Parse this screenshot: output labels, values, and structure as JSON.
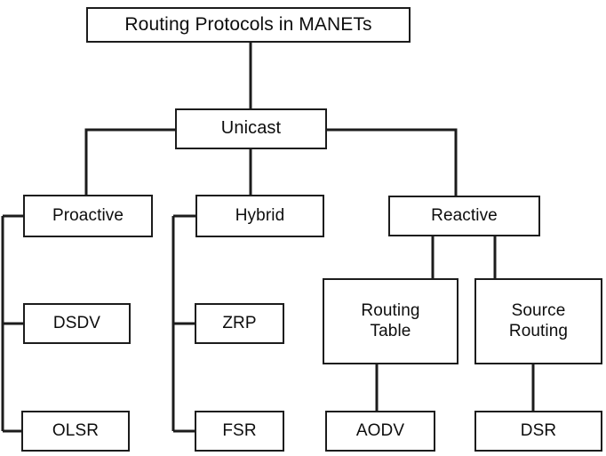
{
  "diagram": {
    "title": "Routing Protocols in MANETs",
    "type": "hierarchy-tree",
    "root": {
      "label": "Routing Protocols in MANETs"
    },
    "level2": [
      {
        "id": "unicast",
        "label": "Unicast"
      }
    ],
    "level3": [
      {
        "id": "proactive",
        "label": "Proactive"
      },
      {
        "id": "hybrid",
        "label": "Hybrid"
      },
      {
        "id": "reactive",
        "label": "Reactive"
      }
    ],
    "level4": [
      {
        "id": "routing-table",
        "label": "Routing\nTable"
      },
      {
        "id": "source-routing",
        "label": "Source\nRouting"
      }
    ],
    "proactive_children": [
      {
        "id": "dsdv",
        "label": "DSDV"
      },
      {
        "id": "olsr",
        "label": "OLSR"
      }
    ],
    "hybrid_children": [
      {
        "id": "zrp",
        "label": "ZRP"
      },
      {
        "id": "fsr",
        "label": "FSR"
      }
    ],
    "reactive_leaves": [
      {
        "id": "aodv",
        "label": "AODV"
      },
      {
        "id": "dsr",
        "label": "DSR"
      }
    ],
    "colors": {
      "stroke": "#1c1c1c",
      "fill": "#ffffff",
      "text": "#0d0d0d"
    }
  }
}
